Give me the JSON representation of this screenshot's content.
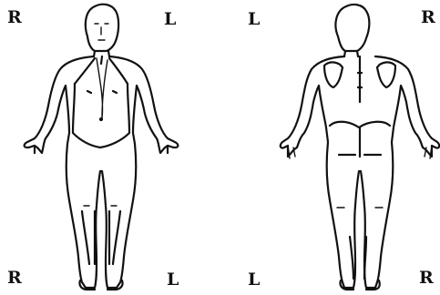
{
  "labels": {
    "front_top_left": "R",
    "front_top_right": "L",
    "back_top_left": "L",
    "back_top_right": "R",
    "front_bottom_left": "R",
    "front_bottom_right": "L",
    "back_bottom_left": "L",
    "back_bottom_right": "R"
  },
  "ink_color": "#111111",
  "figures": [
    "front-view",
    "back-view"
  ]
}
